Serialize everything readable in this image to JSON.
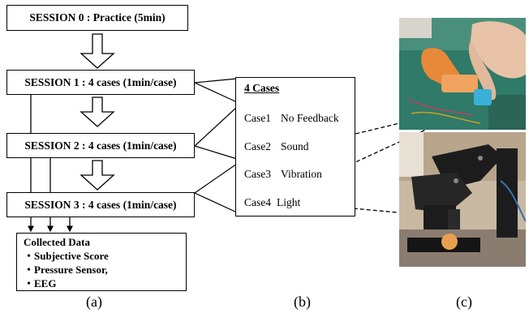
{
  "sessions": [
    {
      "label": "SESSION 0 : Practice (5min)"
    },
    {
      "label": "SESSION 1 : 4 cases (1min/case)"
    },
    {
      "label": "SESSION 2 : 4 cases (1min/case)"
    },
    {
      "label": "SESSION 3 : 4 cases (1min/case)"
    }
  ],
  "collected": {
    "title": "Collected Data",
    "items": [
      "・Subjective Score",
      "・Pressure Sensor,",
      "・EEG"
    ]
  },
  "cases": {
    "title": "4 Cases",
    "rows": [
      {
        "id": "Case1",
        "name": "No Feedback"
      },
      {
        "id": "Case2",
        "name": "Sound"
      },
      {
        "id": "Case3",
        "name": "Vibration"
      },
      {
        "id": "Case4",
        "name": "Light"
      }
    ]
  },
  "captions": [
    "(a)",
    "(b)",
    "(c)"
  ],
  "colors": {
    "line": "#000000",
    "photo_green": "#2f7a68",
    "photo_orange": "#e8893a",
    "robot_dark": "#1c1c1c"
  }
}
